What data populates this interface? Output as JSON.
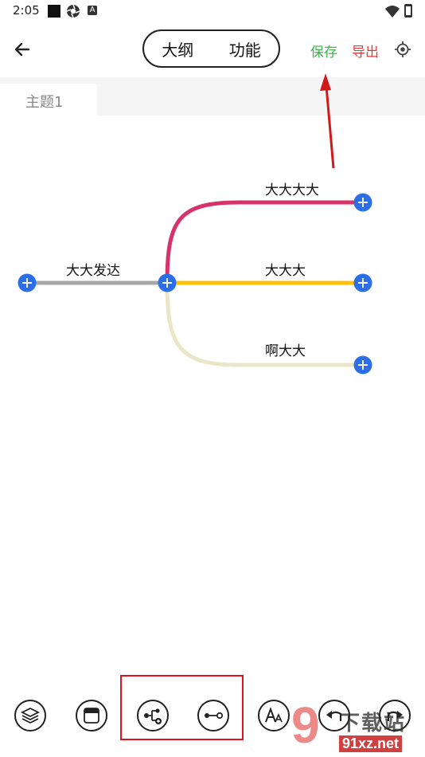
{
  "status_bar": {
    "time": "2:05",
    "small_badge": "A",
    "icons": [
      "square-icon",
      "aperture-icon",
      "a-badge-icon",
      "wifi-icon",
      "battery-icon"
    ]
  },
  "header": {
    "back_icon": "back-arrow-icon",
    "tabs": [
      {
        "label": "大纲"
      },
      {
        "label": "功能"
      }
    ],
    "save_label": "保存",
    "export_label": "导出",
    "locate_icon": "locate-icon",
    "save_color": "#3bb54a",
    "export_color": "#e23a3a"
  },
  "tabstrip": {
    "active_tab": "主题1"
  },
  "mindmap": {
    "root": {
      "label": "大大发达"
    },
    "children": [
      {
        "label": "大大大大",
        "color": "#d6336c"
      },
      {
        "label": "大大大",
        "color": "#ffc000"
      },
      {
        "label": "啊大大",
        "color": "#ece6c8"
      }
    ],
    "root_line_color": "#a8a8a8",
    "node_button_color": "#2b6ee8"
  },
  "toolbar": {
    "buttons": [
      {
        "icon": "layers-icon"
      },
      {
        "icon": "window-icon"
      },
      {
        "icon": "add-child-node-icon"
      },
      {
        "icon": "add-sibling-node-icon"
      },
      {
        "icon": "text-style-icon"
      },
      {
        "icon": "undo-icon"
      },
      {
        "icon": "redo-icon"
      }
    ]
  },
  "watermark": {
    "mark": "9",
    "top_text": "下载站",
    "bottom_text": "91xz.net"
  }
}
